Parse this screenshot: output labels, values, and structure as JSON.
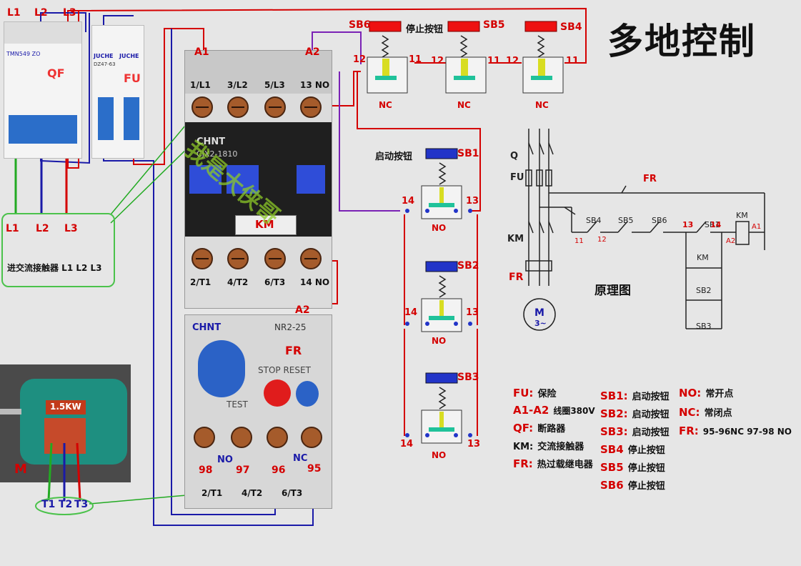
{
  "title": "多地控制",
  "schematic_title": "原理图",
  "terminals": {
    "l1": "L1",
    "l2": "L2",
    "l3": "L3",
    "a1": "A1",
    "a2": "A2",
    "a2b": "A2",
    "t1": "T1",
    "t2": "T2",
    "t3": "T3"
  },
  "qf": {
    "label": "QF",
    "brand": "TMN549 ZO"
  },
  "fu": {
    "label": "FU",
    "brand": "JUCHE",
    "model": "DZ47-63"
  },
  "contactor": {
    "brand": "CHNT",
    "model": "CJX2-1810",
    "label": "KM",
    "top_terms": [
      "1/L1",
      "3/L2",
      "5/L3",
      "13 NO"
    ],
    "bottom_terms": [
      "2/T1",
      "4/T2",
      "6/T3",
      "14 NO"
    ]
  },
  "overload": {
    "brand": "CHNT",
    "model": "NR2-25",
    "label": "FR",
    "stop_reset": "STOP RESET",
    "test": "TEST",
    "term_nums": [
      "98",
      "97",
      "96",
      "95"
    ],
    "no_label": "NO",
    "nc_label": "NC",
    "bottom_terms": [
      "2/T1",
      "4/T2",
      "6/T3"
    ]
  },
  "motor": {
    "label": "M",
    "power": "1.5KW"
  },
  "note": "进交流接触器 L1 L2 L3",
  "watermark": "我是大侠哥",
  "stop_buttons": [
    {
      "name": "SB6",
      "left": "12",
      "right": "11",
      "nc": "NC"
    },
    {
      "name": "SB5",
      "left": "12",
      "right": "11",
      "nc": "NC"
    },
    {
      "name": "SB4",
      "left": "12",
      "right": "11",
      "nc": "NC"
    }
  ],
  "stop_caption": "停止按钮",
  "start_caption": "启动按钮",
  "start_buttons": [
    {
      "name": "SB1",
      "left": "14",
      "right": "13",
      "no": "NO"
    },
    {
      "name": "SB2",
      "left": "14",
      "right": "13",
      "no": "NO"
    },
    {
      "name": "SB3",
      "left": "14",
      "right": "13",
      "no": "NO"
    }
  ],
  "schematic": {
    "q": "Q",
    "fu": "FU",
    "km": "KM",
    "fr": "FR",
    "fr_top": "FR",
    "m": "M",
    "m3": "3~",
    "sb4": "SB4",
    "sb5": "SB5",
    "sb6": "SB6",
    "sb1": "SB1",
    "sb2": "SB2",
    "sb3": "SB3",
    "km_coil": "KM",
    "km_aux": "KM",
    "a1": "A1",
    "a2": "A2",
    "n11": "11",
    "n12": "12",
    "n13": "13",
    "n14": "14"
  },
  "legend_left": [
    {
      "k": "FU:",
      "v": "保险"
    },
    {
      "k": "A1-A2",
      "v": "线圈380V"
    },
    {
      "k": "QF:",
      "v": "断路器"
    },
    {
      "k": "KM:",
      "v": "交流接触器"
    },
    {
      "k": "FR:",
      "v": "热过载继电器"
    }
  ],
  "legend_mid": [
    {
      "k": "SB1:",
      "v": "启动按钮"
    },
    {
      "k": "SB2:",
      "v": "启动按钮"
    },
    {
      "k": "SB3:",
      "v": "启动按钮"
    },
    {
      "k": "SB4",
      "v": "停止按钮"
    },
    {
      "k": "SB5",
      "v": "停止按钮"
    },
    {
      "k": "SB6",
      "v": "停止按钮"
    }
  ],
  "legend_right": [
    {
      "k": "NO:",
      "v": "常开点"
    },
    {
      "k": "NC:",
      "v": "常闭点"
    },
    {
      "k": "FR:",
      "v": "95-96NC  97-98 NO"
    }
  ],
  "colors": {
    "red": "#d40000",
    "blue": "#1a1aa8",
    "green": "#22aa22",
    "purple": "#7a22b5",
    "dark": "#111111"
  }
}
